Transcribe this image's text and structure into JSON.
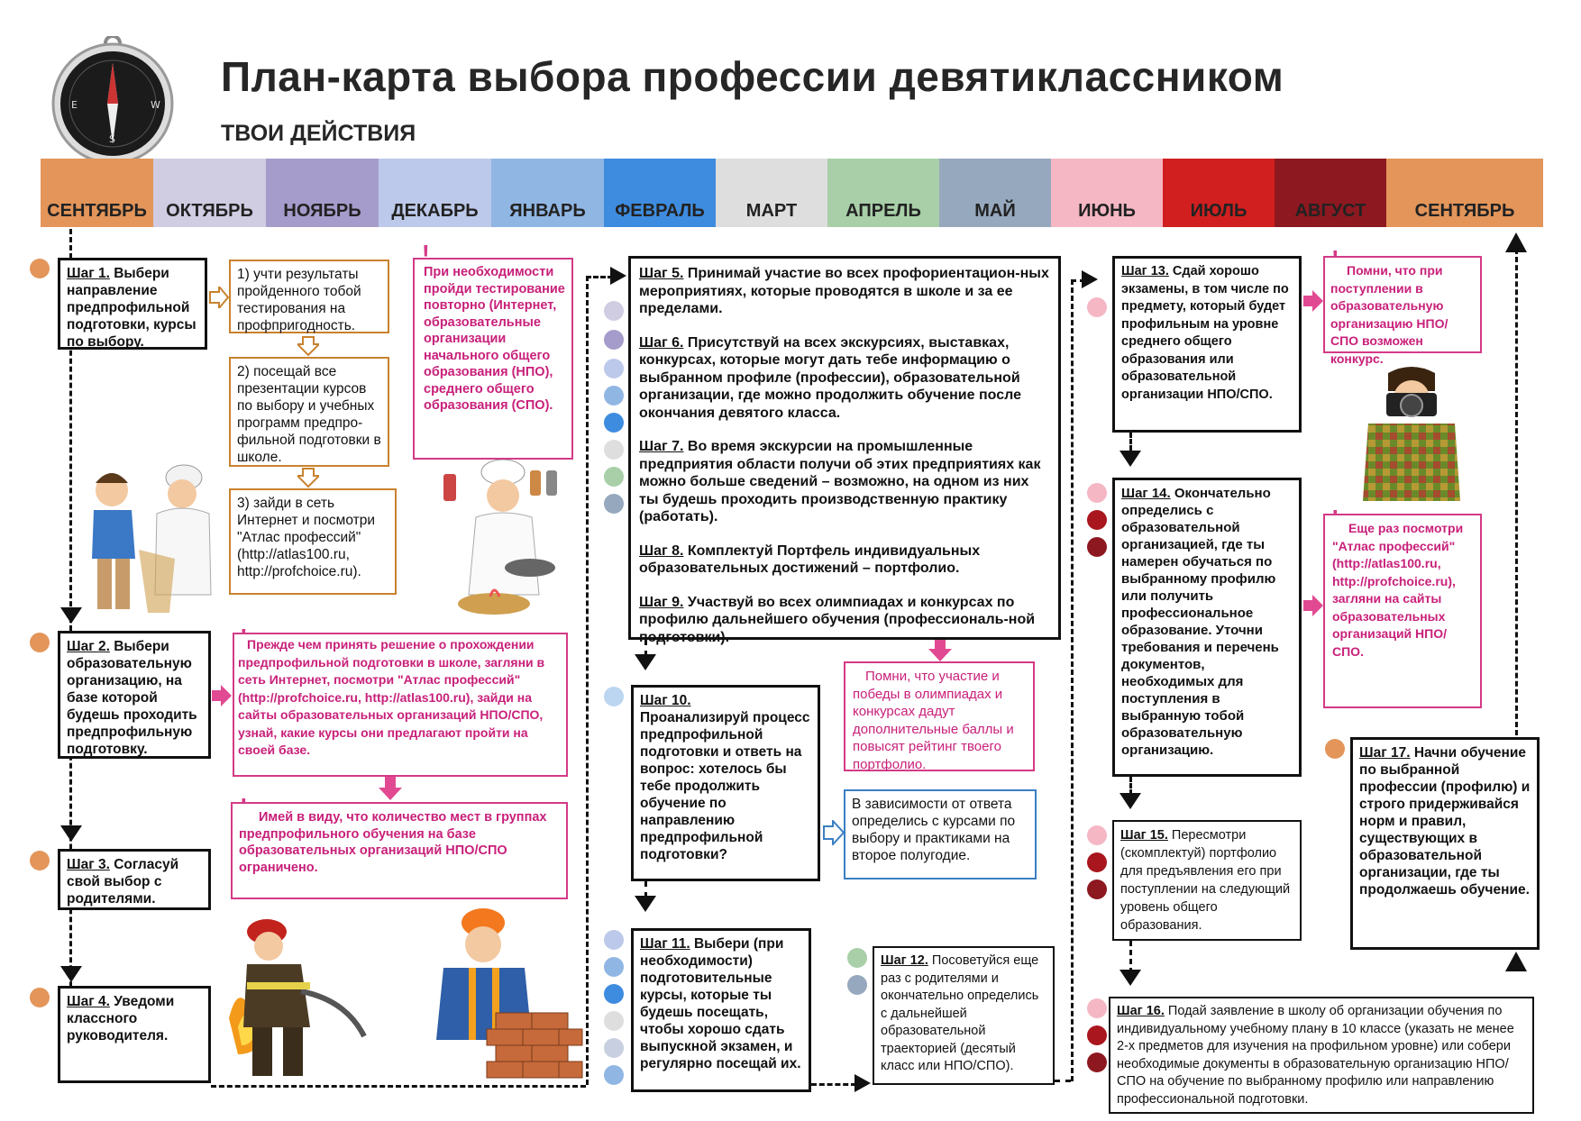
{
  "header": {
    "title": "План-карта выбора профессии девятиклассником",
    "subtitle": "ТВОИ ДЕЙСТВИЯ"
  },
  "months": [
    {
      "label": "СЕНТЯБРЬ",
      "color": "#e3955a"
    },
    {
      "label": "ОКТЯБРЬ",
      "color": "#d0cce2"
    },
    {
      "label": "НОЯБРЬ",
      "color": "#a69ccb"
    },
    {
      "label": "ДЕКАБРЬ",
      "color": "#bcc9ea"
    },
    {
      "label": "ЯНВАРЬ",
      "color": "#90b6e4"
    },
    {
      "label": "ФЕВРАЛЬ",
      "color": "#3e8ce0"
    },
    {
      "label": "МАРТ",
      "color": "#dedede"
    },
    {
      "label": "АПРЕЛЬ",
      "color": "#a8cfa8"
    },
    {
      "label": "МАЙ",
      "color": "#96a8bd"
    },
    {
      "label": "ИЮНЬ",
      "color": "#f4b7c3"
    },
    {
      "label": "ИЮЛЬ",
      "color": "#d11f1f"
    },
    {
      "label": "АВГУСТ",
      "color": "#8d1820"
    },
    {
      "label": "СЕНТЯБРЬ",
      "color": "#e3955a"
    }
  ],
  "steps": {
    "s1_num": "Шаг 1.",
    "s1_text": " Выбери направление предпрофильной подготовки, курсы по выбору.",
    "s1_sub1": "1) учти результаты пройденного тобой тестирования на профпригодность.",
    "s1_sub2": "2) посещай все презентации курсов по выбору и учебных программ предпро-фильной подготовки в школе.",
    "s1_sub3": "3) зайди в сеть Интернет и посмотри \"Атлас профессий\" (http://atlas100.ru, http://profchoice.ru).",
    "s1_note": "При необходимости пройди тестирование повторно (Интернет, образовательные организации начального общего образования (НПО), среднего общего образования (СПО).",
    "s2_num": "Шаг 2.",
    "s2_text": " Выбери образовательную организацию, на базе которой будешь проходить предпрофильную подготовку.",
    "s2_note1": "Прежде чем принять решение о прохождении предпрофильной подготовки в школе, загляни в сеть Интернет, посмотри \"Атлас профессий\" (http://profchoice.ru, http://atlas100.ru), зайди на сайты образовательных организаций НПО/СПО, узнай, какие курсы они предлагают пройти на своей базе.",
    "s2_note2": "Имей в виду, что количество мест в группах предпрофильного обучения на базе образовательных организаций НПО/СПО ограничено.",
    "s3_num": "Шаг 3.",
    "s3_text": " Согласуй свой выбор с родителями.",
    "s4_num": "Шаг 4.",
    "s4_text": " Уведоми классного руководителя.",
    "s5_num": "Шаг 5.",
    "s5_text": " Принимай участие во всех профориентацион-ных мероприятиях, которые проводятся в школе и за ее пределами.",
    "s6_num": "Шаг 6.",
    "s6_text": " Присутствуй на всех экскурсиях, выставках, конкурсах, которые могут дать тебе информацию о выбранном профиле (профессии), образовательной организации, где можно продолжить обучение после окончания девятого класса.",
    "s7_num": "Шаг 7.",
    "s7_text": " Во время экскурсии на промышленные предприятия области получи об этих предприятиях как можно больше сведений – возможно, на одном из них ты будешь проходить производственную практику (работать).",
    "s8_num": "Шаг 8.",
    "s8_text": " Комплектуй Портфель индивидуальных образовательных достижений – портфолио.",
    "s9_num": "Шаг 9.",
    "s9_text": " Участвуй во всех олимпиадах и конкурсах по профилю дальнейшего обучения (профессиональ-ной подготовки).",
    "s9_note": "Помни, что участие и победы в олимпиадах и конкурсах дадут дополнительные баллы и повысят рейтинг твоего портфолио.",
    "s10_num": "Шаг 10.",
    "s10_text": "Проанализируй процесс предпрофильной подготовки и ответь на вопрос: хотелось бы тебе продолжить обучение по направлению предпрофильной подготовки?",
    "s10_note": "В зависимости от ответа определись с курсами по выбору и практиками на второе полугодие.",
    "s11_num": "Шаг 11.",
    "s11_text": " Выбери (при необходимости) подготовительные курсы, которые ты будешь посещать, чтобы хорошо сдать выпускной экзамен, и регулярно посещай их.",
    "s12_num": "Шаг 12.",
    "s12_text": " Посоветуйся еще раз с родителями и окончательно определись с дальнейшей образовательной траекторией (десятый класс или НПО/СПО).",
    "s13_num": "Шаг 13.",
    "s13_text": " Сдай хорошо экзамены, в том числе по предмету, который будет профильным на уровне среднего общего образования или образовательной организации НПО/СПО.",
    "s13_note": "Помни, что при поступлении в образовательную организацию НПО/СПО возможен конкурс.",
    "s14_num": "Шаг 14.",
    "s14_text": " Окончательно определись с образовательной организацией, где ты намерен обучаться по выбранному профилю или получить профессиональное образование. Уточни требования и перечень документов, необходимых для поступления в выбранную тобой образовательную организацию.",
    "s14_note": "Еще раз посмотри \"Атлас профессий\" (http://atlas100.ru, http://profchoice.ru), загляни на сайты образовательных организаций НПО/СПО.",
    "s15_num": "Шаг 15.",
    "s15_text": " Пересмотри (скомплектуй) портфолио для предъявления его при поступлении на следующий уровень общего образования.",
    "s16_num": "Шаг 16.",
    "s16_text": " Подай заявление в школу об организации обучения по индивидуальному учебному плану в 10 классе (указать не менее 2-х предметов для изучения на профильном уровне) или собери необходимые документы в образовательную организацию НПО/СПО на обучение по выбранному профилю или направлению профессиональной подготовки.",
    "s17_num": "Шаг 17.",
    "s17_text": " Начни обучение по выбранной профессии (профилю) и строго придерживайся норм и правил, существующих в образовательной организации, где ты продолжаешь обучение."
  },
  "icons": [
    "compass-icon",
    "exclamation-icon",
    "doctor-illustration",
    "chef-illustration",
    "firefighter-illustration",
    "bricklayer-illustration",
    "photographer-illustration"
  ]
}
